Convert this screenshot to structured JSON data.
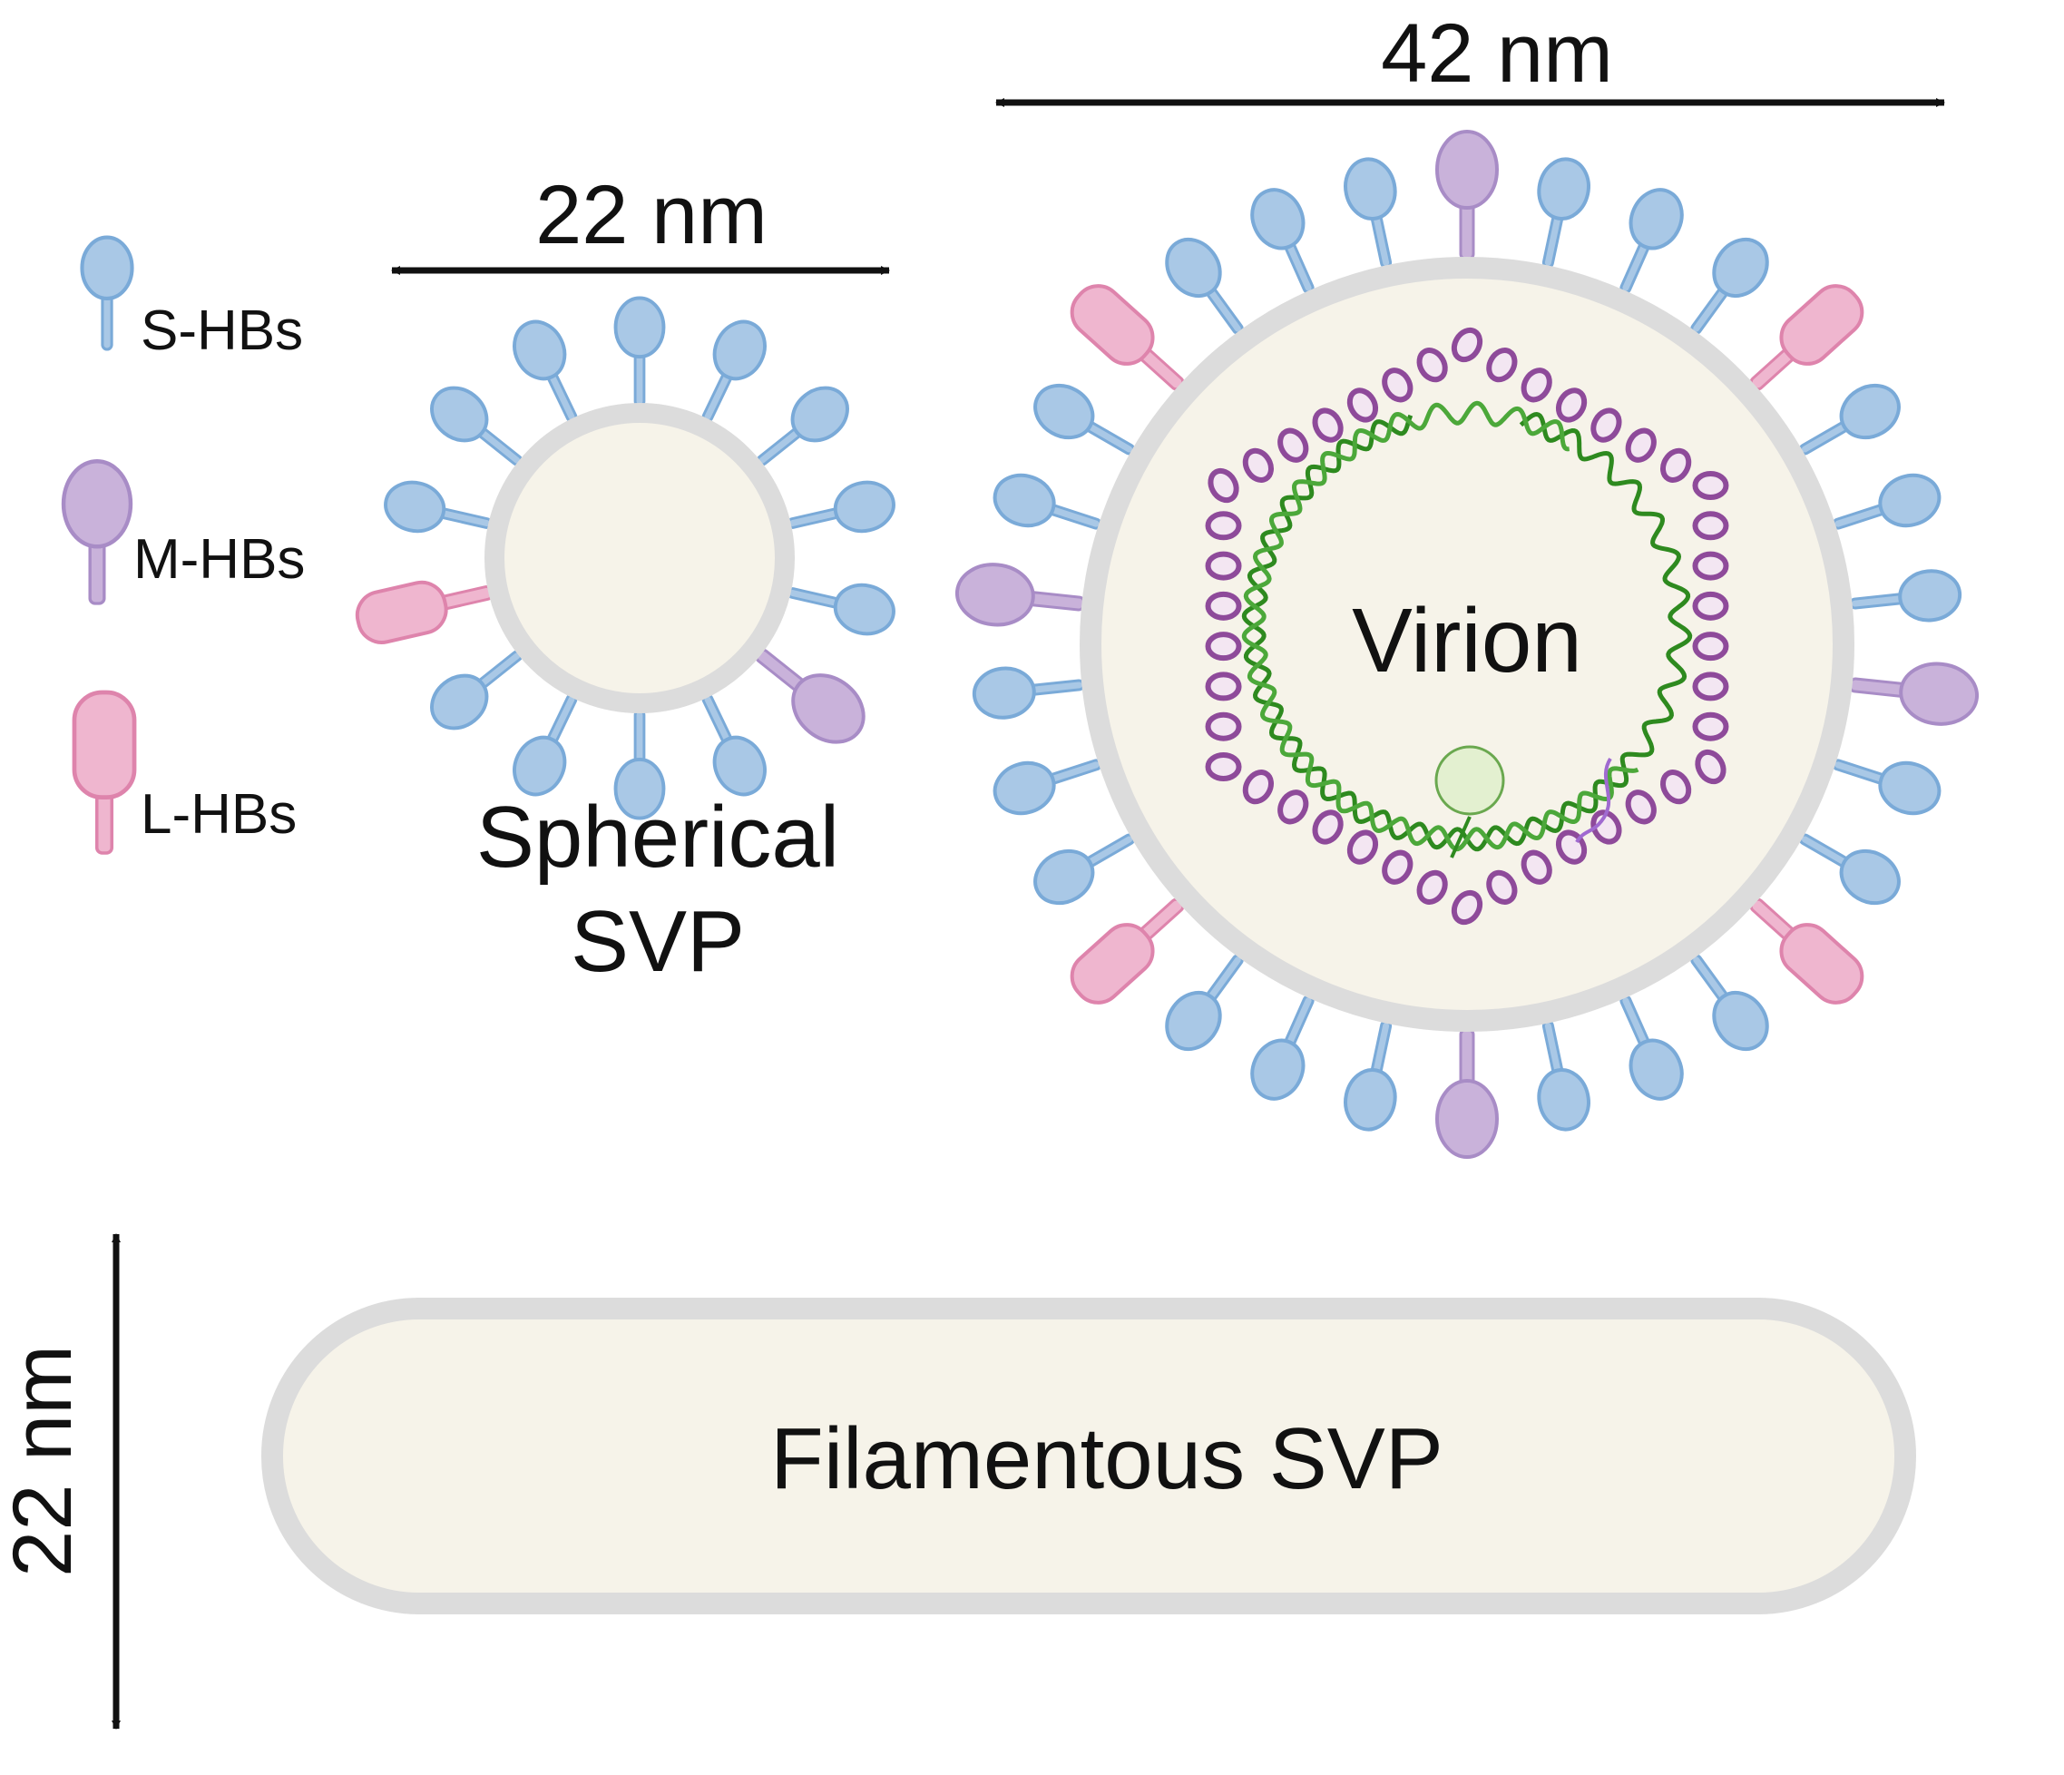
{
  "legend": {
    "items": [
      {
        "key": "S",
        "label": "S-HBs"
      },
      {
        "key": "M",
        "label": "M-HBs"
      },
      {
        "key": "L",
        "label": "L-HBs"
      }
    ]
  },
  "spherical": {
    "dimension": "22 nm",
    "title_line1": "Spherical",
    "title_line2": "SVP"
  },
  "virion": {
    "dimension": "42 nm",
    "title": "Virion"
  },
  "filamentous": {
    "dimension": "22 nm",
    "title": "Filamentous SVP"
  },
  "colors": {
    "S_fill": "#a9c8e6",
    "S_stroke": "#7aaad8",
    "M_fill": "#c9b2da",
    "M_stroke": "#a88cc6",
    "L_fill": "#efb6cf",
    "L_stroke": "#de84ac",
    "membrane": "#dcdcdc",
    "core": "#f6f3e9",
    "capsid": "#8e4a9a",
    "capsid_fill": "#f3e6f2",
    "dna": "#2e8a1f"
  }
}
